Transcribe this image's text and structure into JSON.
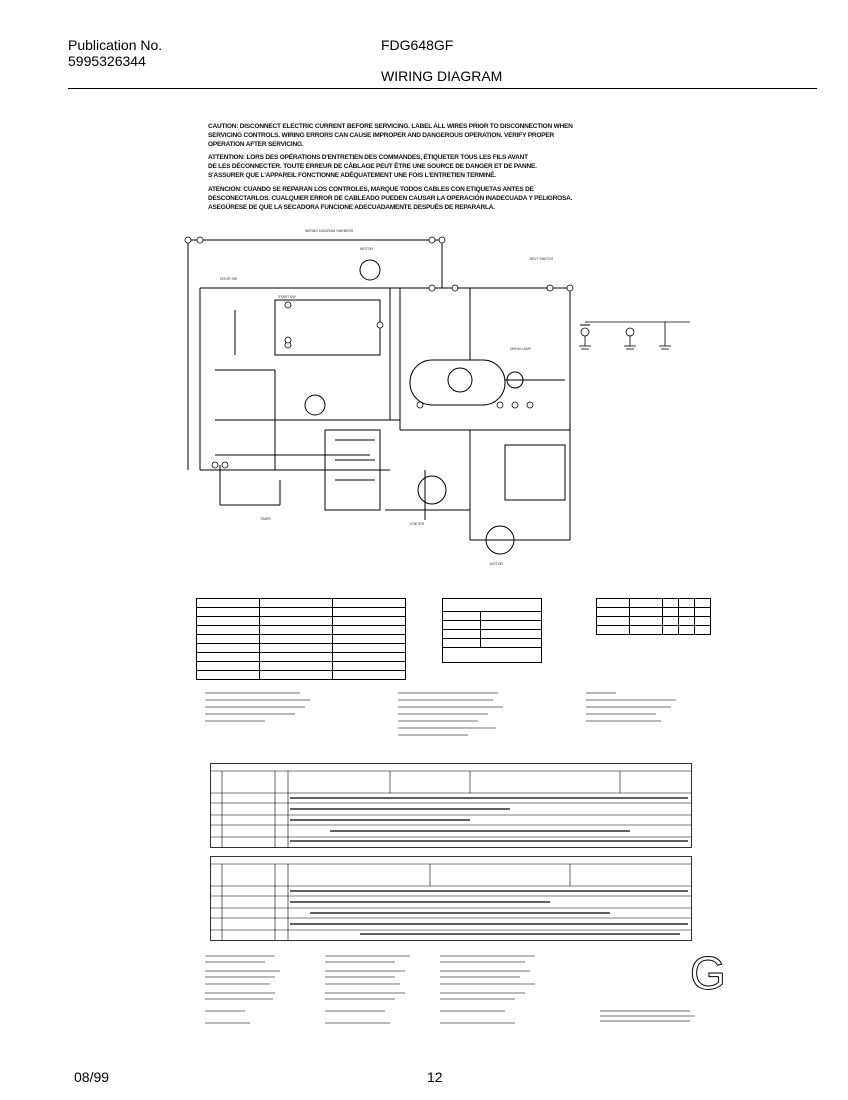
{
  "header": {
    "publication_label": "Publication No.",
    "publication_number": "5995326344",
    "model": "FDG648GF",
    "title": "WIRING DIAGRAM"
  },
  "cautions": [
    "CAUTION: DISCONNECT ELECTRIC CURRENT BEFORE SERVICING. LABEL ALL WIRES PRIOR TO DISCONNECTION WHEN SERVICING CONTROLS. WIRING ERRORS CAN CAUSE IMPROPER AND DANGEROUS OPERATION. VERIFY PROPER OPERATION AFTER SERVICING.",
    "ATTENTION: LORS DES OPÉRATIONS D'ENTRETIEN DES COMMANDES, ÉTIQUETER TOUS LES FILS AVANT DE LES DÉCONNECTER. TOUTE ERREUR DE CÂBLAGE PEUT ÊTRE UNE SOURCE DE DANGER ET DE PANNE. S'ASSURER QUE L'APPAREIL FONCTIONNE ADÉQUATEMENT UNE FOIS L'ENTRETIEN TERMINÉ.",
    "ATENCION: CUANDO SE REPARAN LOS CONTROLES, MARQUE TODOS CABLES CON ETIQUETAS ANTES DE DESCONECTARLOS. CUALQUIER ERROR DE CABLEADO PUEDEN CAUSAR LA OPERACIÓN INADECUADA Y PELIGROSA. ASEGÚRESE DE QUE LA SECADORA FUNCIONE ADECUADAMENTE DESPUÉS DE REPARARLA."
  ],
  "stamp": "G",
  "footer": {
    "date": "08/99",
    "page": "12"
  }
}
